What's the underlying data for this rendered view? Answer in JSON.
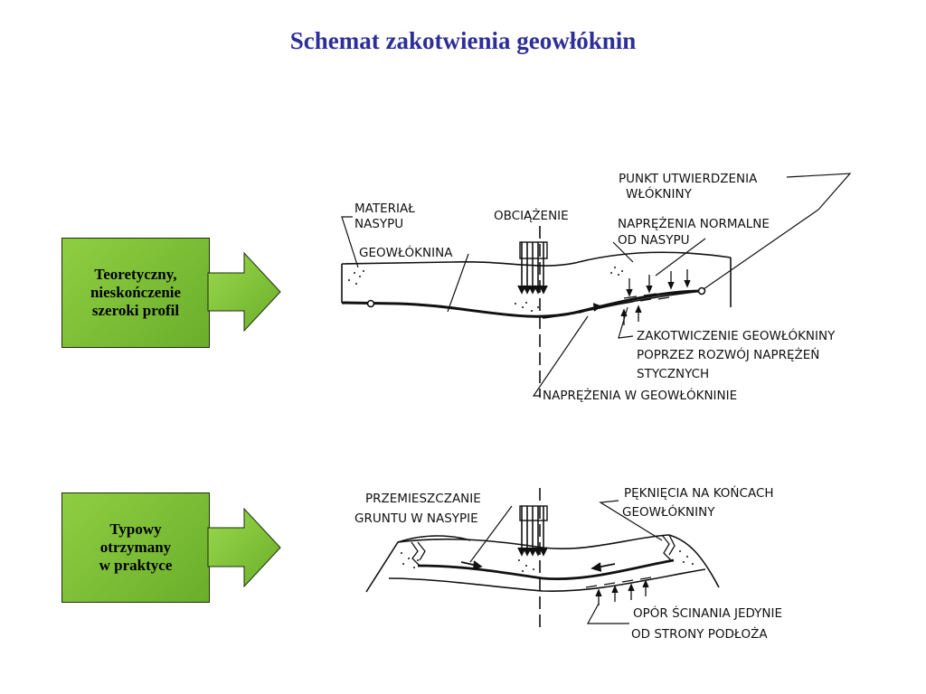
{
  "title": "Schemat zakotwienia geowłóknin",
  "boxes": [
    {
      "lines": [
        "Teoretyczny,",
        "nieskończenie",
        "szeroki profil"
      ]
    },
    {
      "lines": [
        "Typowy",
        "otrzymany",
        "w praktyce"
      ]
    }
  ],
  "diagram_top": {
    "label_material": [
      "MATERIAŁ",
      "NASYPU"
    ],
    "label_load": "OBCIĄŻENIE",
    "label_geotextile": "GEOWŁÓKNINA",
    "label_fix_point": [
      "PUNKT UTWIERDZENIA",
      "WŁÓKNINY"
    ],
    "label_normal_stress": [
      "NAPRĘŻENIA NORMALNE",
      "OD NASYPU"
    ],
    "label_anchoring": [
      "ZAKOTWICZENIE GEOWŁÓKNINY",
      "POPRZEZ ROZWÓJ NAPRĘŻEŃ",
      "STYCZNYCH"
    ],
    "label_tension": "NAPRĘŻENIA W GEOWŁÓKNINIE"
  },
  "diagram_bottom": {
    "label_displacement": [
      "PRZEMIESZCZANIE",
      "GRUNTU W NASYPIE"
    ],
    "label_cracks": [
      "PĘKNIĘCIA NA KOŃCACH",
      "GEOWŁÓKNINY"
    ],
    "label_shear": [
      "OPÓR ŚCINANIA JEDYNIE",
      "OD STRONY PODŁOŻA"
    ]
  },
  "colors": {
    "title": "#2e2e9a",
    "box_fill": "#7dbf35",
    "arrow_fill": "#8fce43"
  }
}
